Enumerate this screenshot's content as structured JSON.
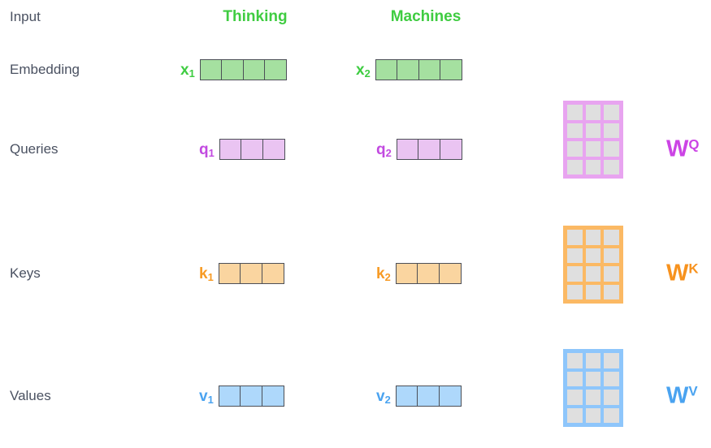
{
  "diagram": {
    "title_row_labels": [
      "Input",
      "Embedding",
      "Queries",
      "Keys",
      "Values"
    ],
    "colors": {
      "token_green": "#3fcc41",
      "embedding_fill": "#a5e0a0",
      "query_fill": "#eac4f2",
      "key_fill": "#fad5a0",
      "value_fill": "#aed8fb",
      "query_accent": "#c24ae0",
      "key_accent": "#f79a24",
      "value_accent": "#4aa3f0",
      "matrix_cell": "#dfdfdf",
      "label_gray": "#4a5161"
    }
  },
  "row_labels": {
    "input": "Input",
    "embedding": "Embedding",
    "queries": "Queries",
    "keys": "Keys",
    "values": "Values"
  },
  "tokens": [
    {
      "text": "Thinking",
      "index": 1
    },
    {
      "text": "Machines",
      "index": 2
    }
  ],
  "vectors": {
    "embedding": [
      {
        "name": "x",
        "sub": "1",
        "cells": 4
      },
      {
        "name": "x",
        "sub": "2",
        "cells": 4
      }
    ],
    "queries": [
      {
        "name": "q",
        "sub": "1",
        "cells": 3
      },
      {
        "name": "q",
        "sub": "2",
        "cells": 3
      }
    ],
    "keys": [
      {
        "name": "k",
        "sub": "1",
        "cells": 3
      },
      {
        "name": "k",
        "sub": "2",
        "cells": 3
      }
    ],
    "values": [
      {
        "name": "v",
        "sub": "1",
        "cells": 3
      },
      {
        "name": "v",
        "sub": "2",
        "cells": 3
      }
    ]
  },
  "weight_matrices": [
    {
      "name": "W",
      "sup": "Q",
      "rows": 4,
      "cols": 3,
      "kind": "query"
    },
    {
      "name": "W",
      "sup": "K",
      "rows": 4,
      "cols": 3,
      "kind": "key"
    },
    {
      "name": "W",
      "sup": "V",
      "rows": 4,
      "cols": 3,
      "kind": "value"
    }
  ]
}
